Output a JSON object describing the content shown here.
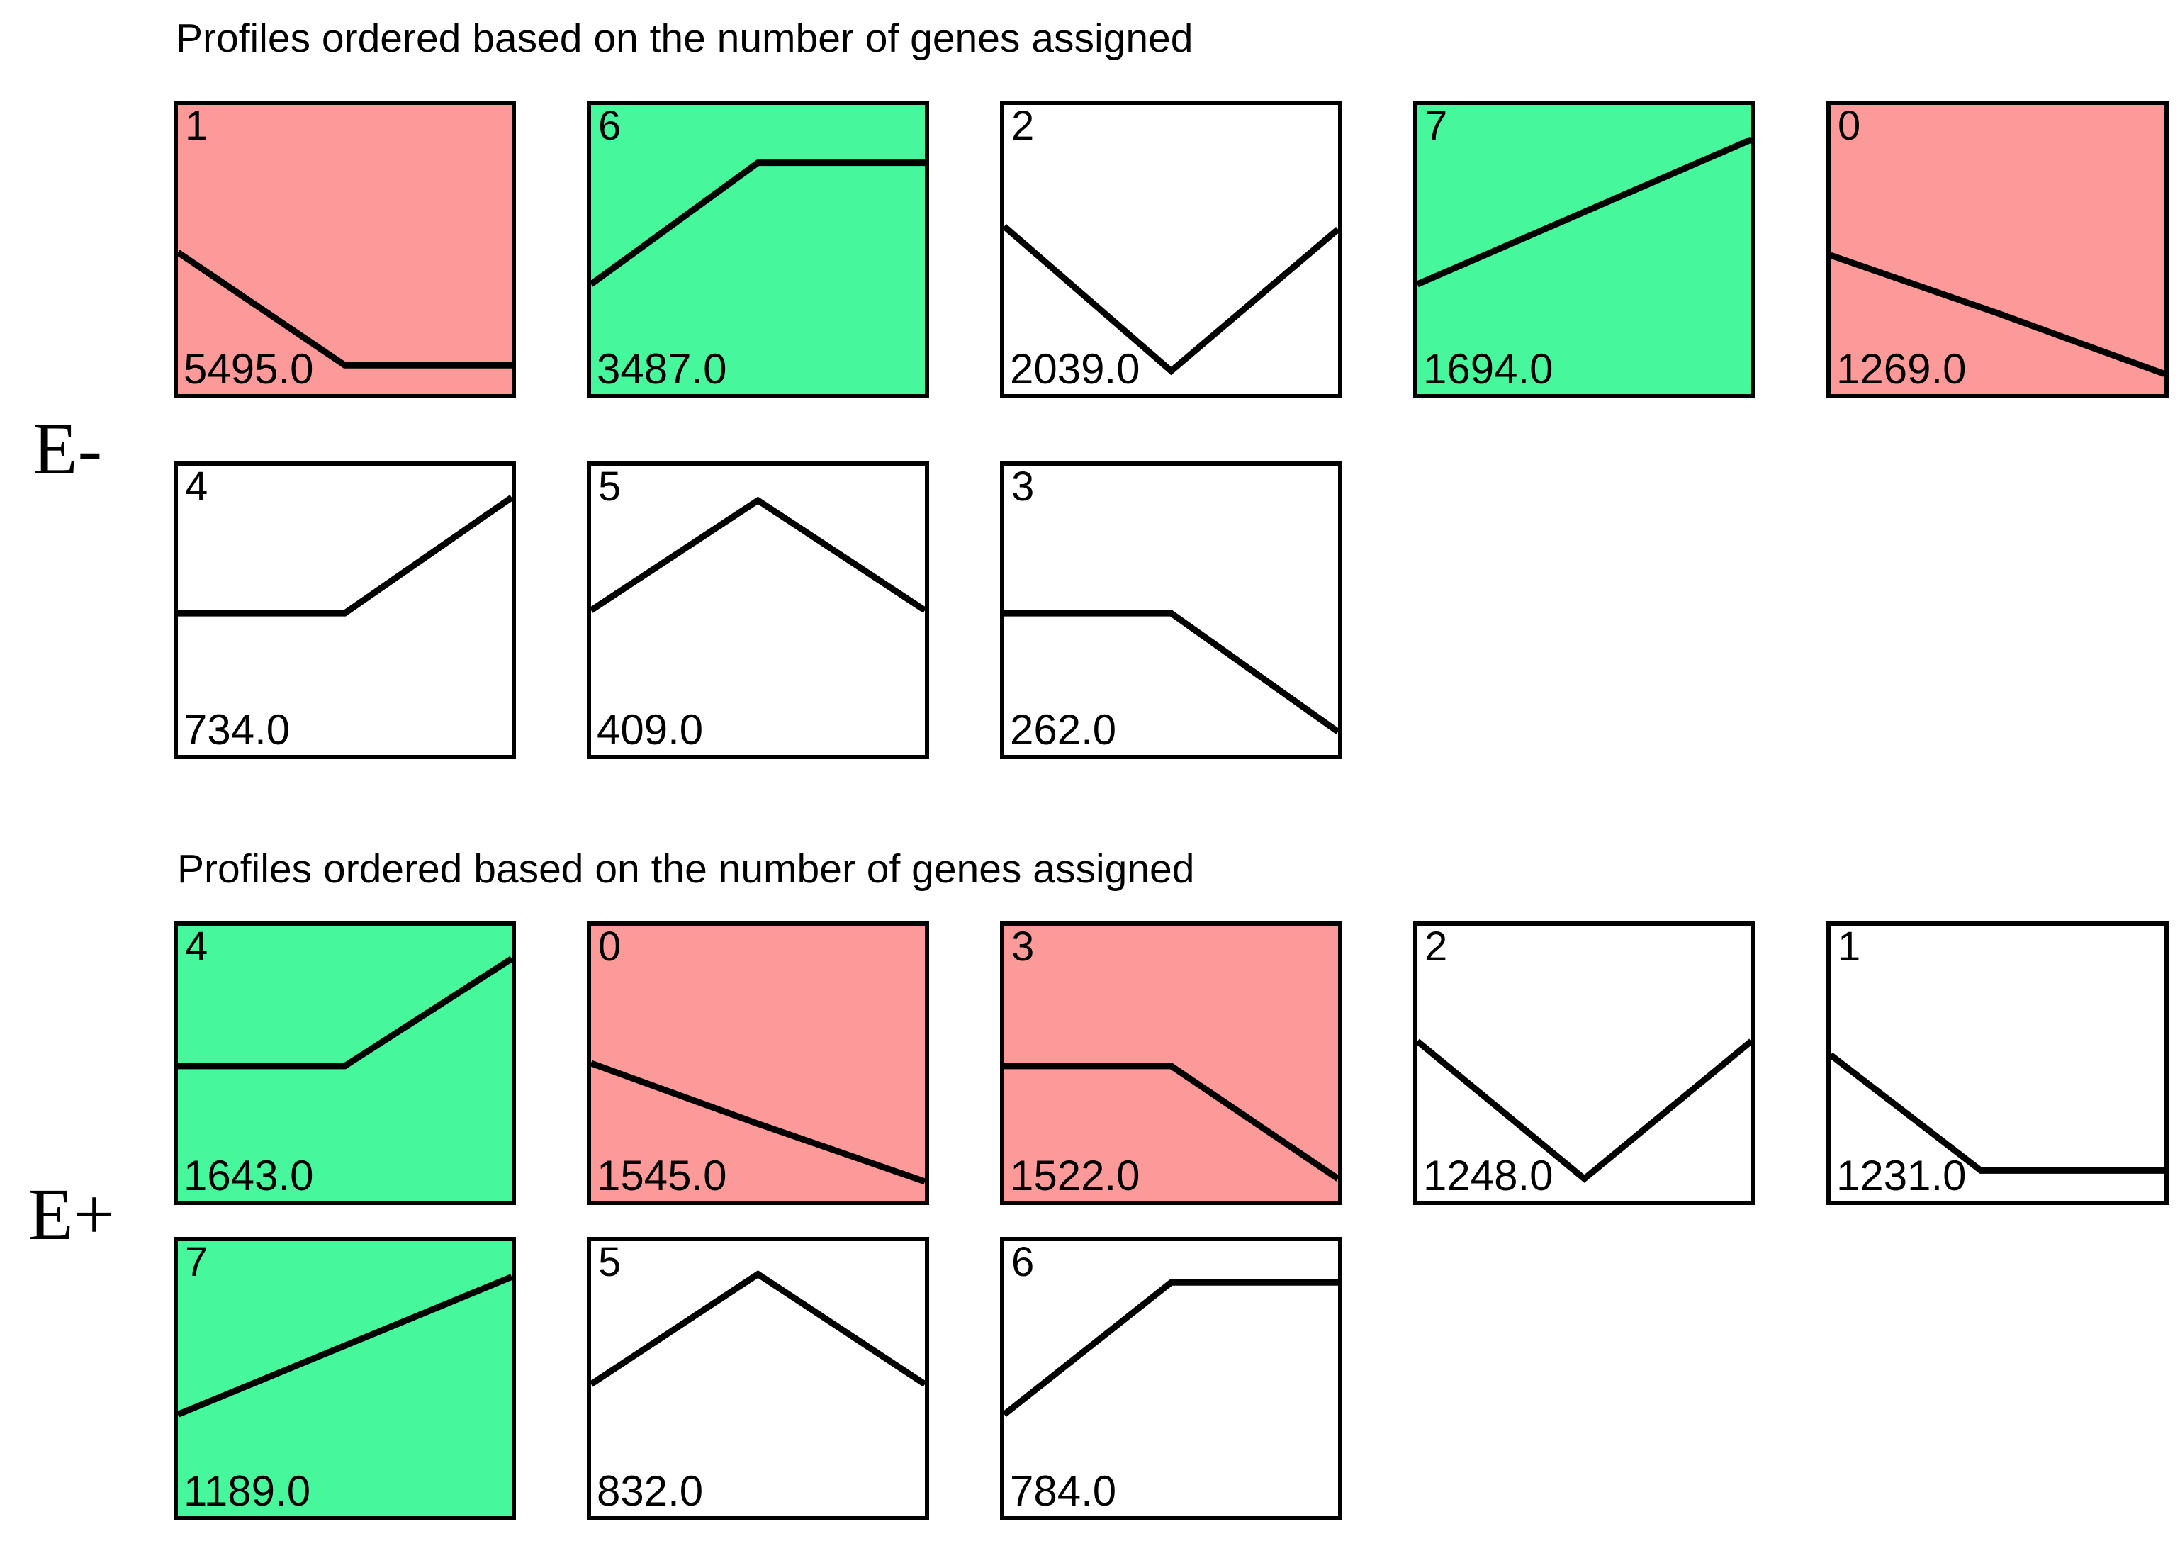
{
  "colors": {
    "highlight_red": "#FC9A99",
    "highlight_green": "#46F79B",
    "no_highlight": "#FFFFFF",
    "line": "#000000",
    "border": "#000000"
  },
  "chart_data": [
    {
      "type": "line",
      "panel": "E-",
      "title": "Profiles ordered based on the number of genes assigned",
      "profiles_per_row": 5,
      "legend_note": "red and green boxes mark highlighted profiles; each mini chart is a 3-point expression trend",
      "profiles": [
        {
          "profile_id": 1,
          "genes_assigned": 5495.0,
          "highlight": "red",
          "trend": "decrease then constant",
          "shape": [
            [
              0,
              0.51
            ],
            [
              0.5,
              0.9
            ],
            [
              1,
              0.9
            ]
          ]
        },
        {
          "profile_id": 6,
          "genes_assigned": 3487.0,
          "highlight": "green",
          "trend": "increase then constant",
          "shape": [
            [
              0,
              0.62
            ],
            [
              0.5,
              0.2
            ],
            [
              1,
              0.2
            ]
          ]
        },
        {
          "profile_id": 2,
          "genes_assigned": 2039.0,
          "highlight": "none",
          "trend": "decrease then increase (V)",
          "shape": [
            [
              0,
              0.42
            ],
            [
              0.5,
              0.92
            ],
            [
              1,
              0.43
            ]
          ]
        },
        {
          "profile_id": 7,
          "genes_assigned": 1694.0,
          "highlight": "green",
          "trend": "steady increase",
          "shape": [
            [
              0,
              0.62
            ],
            [
              0.5,
              0.37
            ],
            [
              1,
              0.12
            ]
          ]
        },
        {
          "profile_id": 0,
          "genes_assigned": 1269.0,
          "highlight": "red",
          "trend": "steady decrease",
          "shape": [
            [
              0,
              0.52
            ],
            [
              0.5,
              0.72
            ],
            [
              1,
              0.93
            ]
          ]
        },
        {
          "profile_id": 4,
          "genes_assigned": 734.0,
          "highlight": "none",
          "trend": "constant then increase",
          "shape": [
            [
              0,
              0.51
            ],
            [
              0.5,
              0.51
            ],
            [
              1,
              0.11
            ]
          ]
        },
        {
          "profile_id": 5,
          "genes_assigned": 409.0,
          "highlight": "none",
          "trend": "increase then decrease (peak)",
          "shape": [
            [
              0,
              0.5
            ],
            [
              0.5,
              0.12
            ],
            [
              1,
              0.5
            ]
          ]
        },
        {
          "profile_id": 3,
          "genes_assigned": 262.0,
          "highlight": "none",
          "trend": "constant then decrease",
          "shape": [
            [
              0,
              0.51
            ],
            [
              0.5,
              0.51
            ],
            [
              1,
              0.92
            ]
          ]
        }
      ]
    },
    {
      "type": "line",
      "panel": "E+",
      "title": "Profiles ordered based on the number of genes assigned",
      "profiles_per_row": 5,
      "legend_note": "red and green boxes mark highlighted profiles; each mini chart is a 3-point expression trend",
      "profiles": [
        {
          "profile_id": 4,
          "genes_assigned": 1643.0,
          "highlight": "green",
          "trend": "constant then increase",
          "shape": [
            [
              0,
              0.51
            ],
            [
              0.5,
              0.51
            ],
            [
              1,
              0.12
            ]
          ]
        },
        {
          "profile_id": 0,
          "genes_assigned": 1545.0,
          "highlight": "red",
          "trend": "steady decrease",
          "shape": [
            [
              0,
              0.5
            ],
            [
              0.5,
              0.72
            ],
            [
              1,
              0.93
            ]
          ]
        },
        {
          "profile_id": 3,
          "genes_assigned": 1522.0,
          "highlight": "red",
          "trend": "constant then decrease",
          "shape": [
            [
              0,
              0.51
            ],
            [
              0.5,
              0.51
            ],
            [
              1,
              0.92
            ]
          ]
        },
        {
          "profile_id": 2,
          "genes_assigned": 1248.0,
          "highlight": "none",
          "trend": "decrease then increase (V)",
          "shape": [
            [
              0,
              0.42
            ],
            [
              0.5,
              0.92
            ],
            [
              1,
              0.42
            ]
          ]
        },
        {
          "profile_id": 1,
          "genes_assigned": 1231.0,
          "highlight": "none",
          "trend": "decrease then constant",
          "shape": [
            [
              0,
              0.47
            ],
            [
              0.45,
              0.89
            ],
            [
              1,
              0.89
            ]
          ]
        },
        {
          "profile_id": 7,
          "genes_assigned": 1189.0,
          "highlight": "green",
          "trend": "steady increase",
          "shape": [
            [
              0,
              0.63
            ],
            [
              0.5,
              0.38
            ],
            [
              1,
              0.13
            ]
          ]
        },
        {
          "profile_id": 5,
          "genes_assigned": 832.0,
          "highlight": "none",
          "trend": "increase then decrease (peak)",
          "shape": [
            [
              0,
              0.52
            ],
            [
              0.5,
              0.12
            ],
            [
              1,
              0.52
            ]
          ]
        },
        {
          "profile_id": 6,
          "genes_assigned": 784.0,
          "highlight": "none",
          "trend": "increase then constant",
          "shape": [
            [
              0,
              0.63
            ],
            [
              0.5,
              0.15
            ],
            [
              1,
              0.15
            ]
          ]
        }
      ]
    }
  ]
}
